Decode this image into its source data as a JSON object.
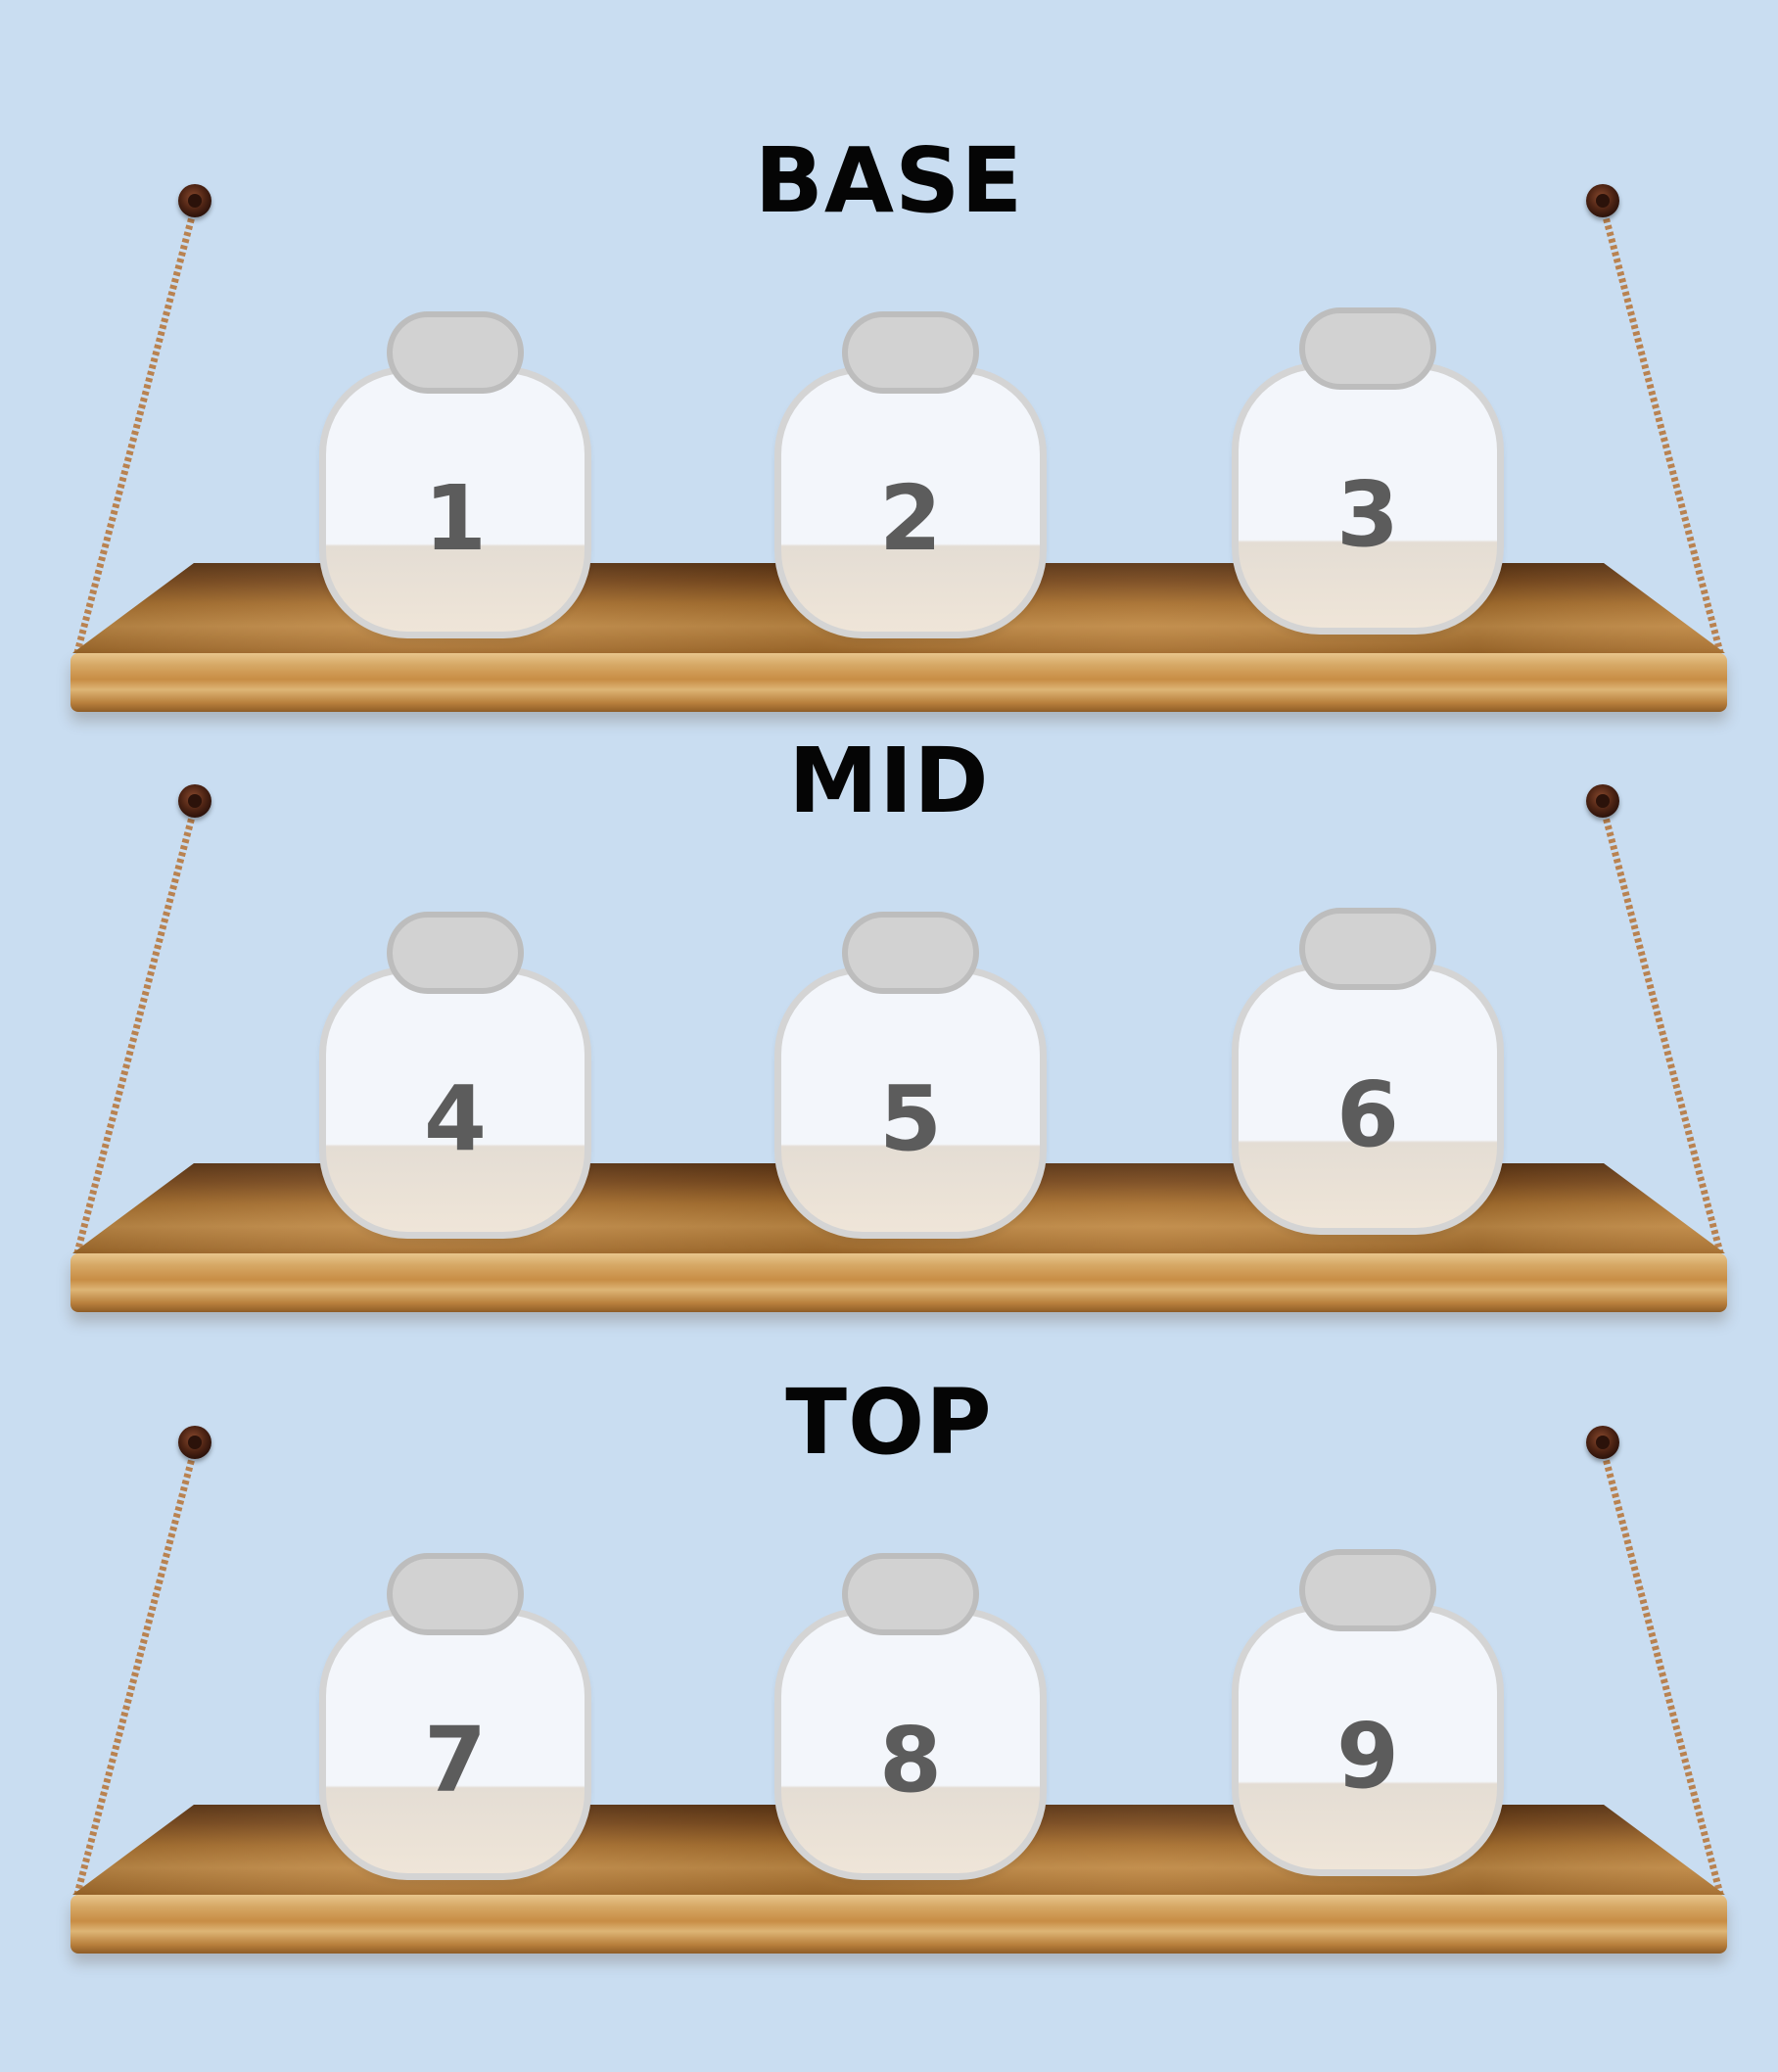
{
  "background_color": "#c9ddf1",
  "wood_color": "#b07a3a",
  "shelves": [
    {
      "title": "BASE",
      "jars": [
        {
          "label": "1"
        },
        {
          "label": "2"
        },
        {
          "label": "3"
        }
      ]
    },
    {
      "title": "MID",
      "jars": [
        {
          "label": "4"
        },
        {
          "label": "5"
        },
        {
          "label": "6"
        }
      ]
    },
    {
      "title": "TOP",
      "jars": [
        {
          "label": "7"
        },
        {
          "label": "8"
        },
        {
          "label": "9"
        }
      ]
    }
  ]
}
